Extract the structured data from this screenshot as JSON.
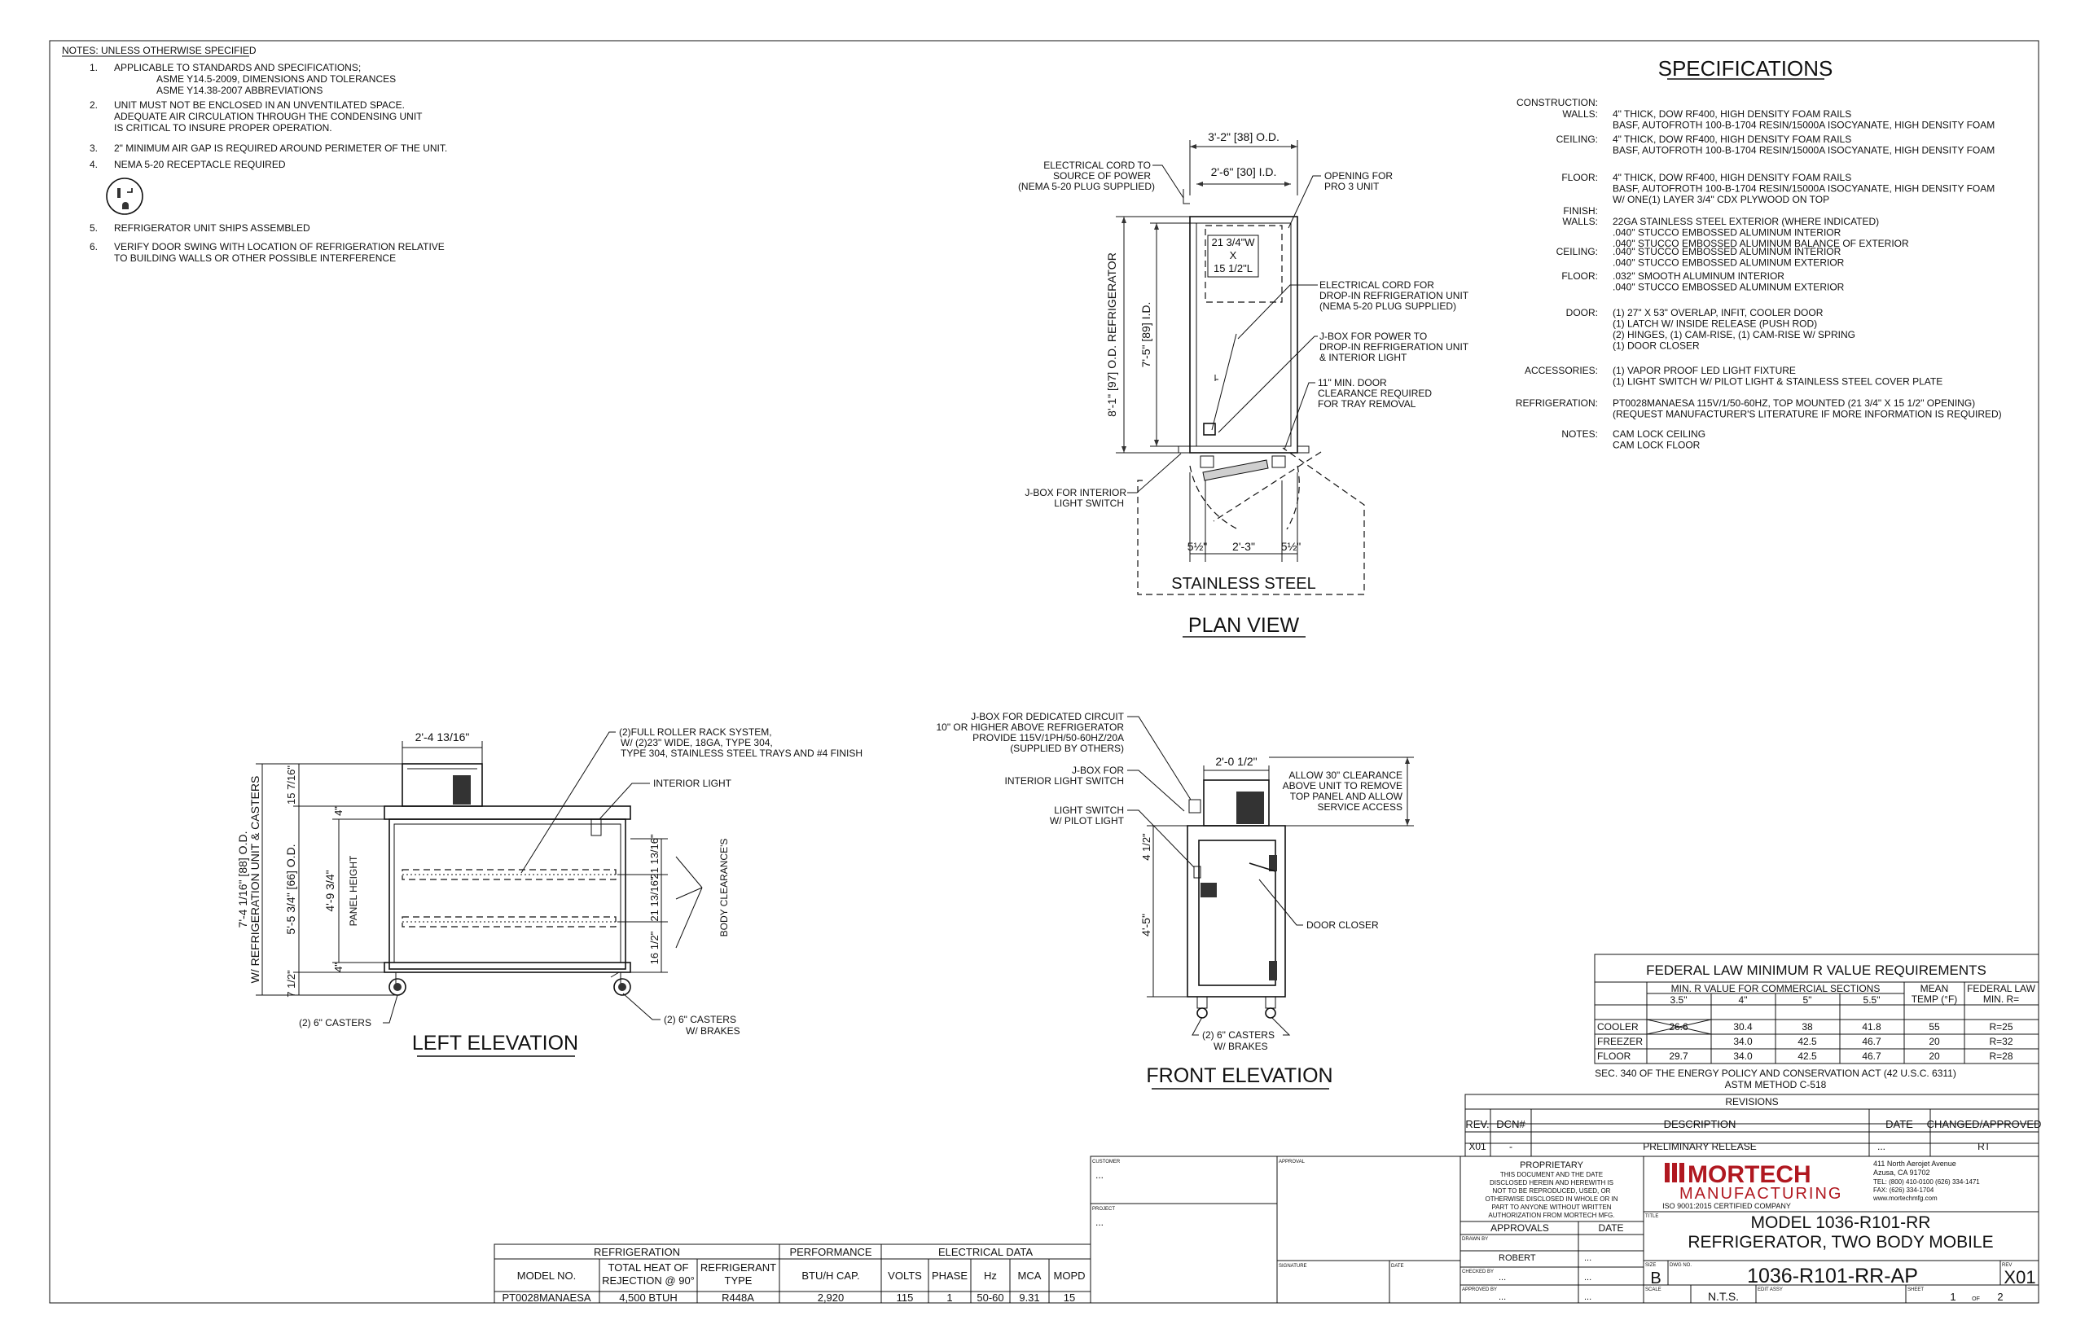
{
  "notes": {
    "header": "NOTES: UNLESS OTHERWISE SPECIFIED",
    "items": [
      {
        "num": "1.",
        "lines": [
          "APPLICABLE TO STANDARDS AND SPECIFICATIONS;",
          "ASME Y14.5-2009, DIMENSIONS AND TOLERANCES",
          "ASME Y14.38-2007 ABBREVIATIONS"
        ]
      },
      {
        "num": "2.",
        "lines": [
          "UNIT MUST NOT BE ENCLOSED IN AN UNVENTILATED SPACE.",
          "ADEQUATE AIR CIRCULATION THROUGH THE CONDENSING UNIT",
          "IS CRITICAL TO INSURE PROPER OPERATION."
        ]
      },
      {
        "num": "3.",
        "lines": [
          "2\" MINIMUM AIR GAP IS REQUIRED AROUND PERIMETER OF THE UNIT."
        ]
      },
      {
        "num": "4.",
        "lines": [
          "NEMA 5-20 RECEPTACLE REQUIRED"
        ]
      },
      {
        "num": "5.",
        "lines": [
          "REFRIGERATOR UNIT SHIPS ASSEMBLED"
        ]
      },
      {
        "num": "6.",
        "lines": [
          "VERIFY DOOR SWING WITH LOCATION OF REFRIGERATION RELATIVE",
          "TO BUILDING WALLS OR OTHER POSSIBLE INTERFERENCE"
        ]
      }
    ]
  },
  "specifications": {
    "title": "SPECIFICATIONS",
    "construction_label": "CONSTRUCTION:",
    "rows": [
      {
        "key": "WALLS:",
        "lines": [
          "4\" THICK, DOW RF400, HIGH DENSITY FOAM RAILS",
          "BASF, AUTOFROTH 100-B-1704 RESIN/15000A ISOCYANATE, HIGH DENSITY FOAM"
        ]
      },
      {
        "key": "CEILING:",
        "lines": [
          "4\" THICK, DOW RF400, HIGH DENSITY FOAM RAILS",
          "BASF, AUTOFROTH 100-B-1704 RESIN/15000A ISOCYANATE, HIGH DENSITY FOAM"
        ]
      },
      {
        "key": "FLOOR:",
        "lines": [
          "4\" THICK, DOW RF400, HIGH DENSITY FOAM RAILS",
          "BASF, AUTOFROTH 100-B-1704 RESIN/15000A ISOCYANATE, HIGH DENSITY FOAM",
          "W/ ONE(1) LAYER 3/4\" CDX PLYWOOD ON TOP"
        ]
      },
      {
        "key": "FINISH:",
        "lines": []
      },
      {
        "key": "WALLS:",
        "lines": [
          "22GA STAINLESS STEEL EXTERIOR (WHERE INDICATED)",
          ".040\" STUCCO EMBOSSED ALUMINUM INTERIOR",
          ".040\" STUCCO EMBOSSED ALUMINUM BALANCE OF EXTERIOR"
        ]
      },
      {
        "key": "CEILING:",
        "lines": [
          ".040\" STUCCO EMBOSSED ALUMINUM INTERIOR",
          ".040\" STUCCO EMBOSSED ALUMINUM EXTERIOR"
        ]
      },
      {
        "key": "FLOOR:",
        "lines": [
          ".032\" SMOOTH ALUMINUM INTERIOR",
          ".040\" STUCCO EMBOSSED ALUMINUM EXTERIOR"
        ]
      },
      {
        "key": "DOOR:",
        "lines": [
          "(1) 27\" X 53\" OVERLAP, INFIT,  COOLER DOOR",
          "(1) LATCH W/ INSIDE RELEASE (PUSH ROD)",
          "(2) HINGES,  (1) CAM-RISE, (1) CAM-RISE W/ SPRING",
          "(1) DOOR CLOSER"
        ]
      },
      {
        "key": "ACCESSORIES:",
        "lines": [
          "(1) VAPOR PROOF LED LIGHT FIXTURE",
          "(1) LIGHT SWITCH W/ PILOT LIGHT & STAINLESS STEEL COVER PLATE"
        ]
      },
      {
        "key": "REFRIGERATION:",
        "lines": [
          "PT0028MANAESA  115V/1/50-60HZ,  TOP MOUNTED (21 3/4\" X 15 1/2\" OPENING)",
          "(REQUEST MANUFACTURER'S LITERATURE IF MORE INFORMATION IS REQUIRED)"
        ]
      },
      {
        "key": "NOTES:",
        "lines": [
          "CAM LOCK CEILING",
          "CAM LOCK FLOOR"
        ]
      }
    ]
  },
  "plan_view": {
    "title": "PLAN VIEW",
    "material": "STAINLESS STEEL",
    "dim_od": "3'-2\" [38] O.D.",
    "dim_id": "2'-6\" [30] I.D.",
    "dim_height_od": "8'-1\" [97]  O.D. REFRIGERATOR",
    "dim_height_id": "7'-5\" [89]  I.D.",
    "opening": [
      "21 3/4\"W",
      "X",
      "15 1/2\"L"
    ],
    "dim_left": "5½\"",
    "dim_mid": "2'-3\"",
    "dim_right": "5½\"",
    "callout_power": [
      "ELECTRICAL CORD TO",
      "SOURCE OF POWER",
      "(NEMA 5-20 PLUG SUPPLIED)"
    ],
    "callout_opening": [
      "OPENING FOR",
      "PRO 3 UNIT"
    ],
    "callout_cord": [
      "ELECTRICAL CORD FOR",
      "DROP-IN REFRIGERATION UNIT",
      "(NEMA 5-20 PLUG SUPPLIED)"
    ],
    "callout_jbox": [
      "J-BOX FOR POWER TO",
      "DROP-IN REFRIGERATION UNIT",
      "& INTERIOR LIGHT"
    ],
    "callout_clearance": [
      "11\" MIN. DOOR",
      "CLEARANCE REQUIRED",
      "FOR TRAY REMOVAL"
    ],
    "callout_switch": [
      "J-BOX FOR INTERIOR",
      "LIGHT  SWITCH"
    ]
  },
  "left_elevation": {
    "title": "LEFT ELEVATION",
    "dim_top": "2'-4 13/16\"",
    "dim_overall": [
      "7'-4 1/16\" [88] O.D.",
      "W/ REFRIGERATION UNIT & CASTERS"
    ],
    "dim_od": "5'-5 3/4\" [66] O.D.",
    "dim_panel": "4'-9 3/4\"",
    "panel_label": "PANEL HEIGHT",
    "dim_unit": "15 7/16\"",
    "dim_4a": "4\"",
    "dim_4b": "4\"",
    "dim_caster": "7 1/2\"",
    "dim_r1": "21 13/16\"",
    "dim_r2": "21 13/16\"",
    "dim_r3": "16 1/2\"",
    "body_clearance": "BODY CLEARANCE'S",
    "callout_rack": [
      "(2)FULL ROLLER RACK SYSTEM,",
      "W/ (2)23\" WIDE, 18GA, TYPE 304,",
      "TYPE 304, STAINLESS STEEL TRAYS AND #4 FINISH"
    ],
    "callout_light": "INTERIOR LIGHT",
    "callout_casters": "(2) 6\" CASTERS",
    "callout_brakes": [
      "(2) 6\" CASTERS",
      "W/ BRAKES"
    ]
  },
  "front_elevation": {
    "title": "FRONT ELEVATION",
    "dim_top": "2'-0 1/2\"",
    "dim_side": "4 1/2\"",
    "dim_height": "4'-5\"",
    "callout_jbox": [
      "J-BOX FOR DEDICATED CIRCUIT",
      "10\" OR HIGHER ABOVE REFRIGERATOR",
      "PROVIDE 115V/1PH/50-60HZ/20A",
      "(SUPPLIED BY OTHERS)"
    ],
    "callout_switchbox": [
      "J-BOX FOR",
      "INTERIOR LIGHT SWITCH"
    ],
    "callout_pilot": [
      "LIGHT SWITCH",
      "W/ PILOT LIGHT"
    ],
    "callout_clearance": [
      "ALLOW 30\" CLEARANCE",
      "ABOVE UNIT TO REMOVE",
      "TOP PANEL AND ALLOW",
      "SERVICE ACCESS"
    ],
    "callout_closer": "DOOR CLOSER",
    "callout_brakes": [
      "(2) 6\" CASTERS",
      "W/ BRAKES"
    ]
  },
  "rvalue": {
    "title": "FEDERAL LAW MINIMUM R VALUE REQUIREMENTS",
    "group": "MIN. R VALUE FOR COMMERCIAL SECTIONS",
    "mean": [
      "MEAN",
      "TEMP (°F)"
    ],
    "federal": [
      "FEDERAL LAW",
      "MIN. R="
    ],
    "cols": [
      "3.5\"",
      "4\"",
      "5\"",
      "5.5\""
    ],
    "rows": [
      {
        "name": "COOLER",
        "vals": [
          "26.6",
          "30.4",
          "38",
          "41.8"
        ],
        "temp": "55",
        "law": "R=25"
      },
      {
        "name": "FREEZER",
        "vals": [
          "",
          "34.0",
          "42.5",
          "46.7"
        ],
        "temp": "20",
        "law": "R=32"
      },
      {
        "name": "FLOOR",
        "vals": [
          "29.7",
          "34.0",
          "42.5",
          "46.7"
        ],
        "temp": "20",
        "law": "R=28"
      }
    ],
    "footnote": [
      "SEC. 340 OF THE ENERGY POLICY AND CONSERVATION ACT (42 U.S.C. 6311)",
      "ASTM METHOD C-518"
    ]
  },
  "revisions": {
    "title": "REVISIONS",
    "headers": [
      "REV.",
      "DCN#",
      "DESCRIPTION",
      "DATE",
      "CHANGED/APPROVED"
    ],
    "row": [
      "X01",
      "-",
      "PRELIMINARY RELEASE",
      "...",
      "RT"
    ]
  },
  "title_block": {
    "customer_label": "CUSTOMER",
    "customer_value": "...",
    "project_label": "PROJECT",
    "project_value": "...",
    "approval_label": "APPROVAL",
    "signature_label": "SIGNATURE",
    "date_label": "DATE",
    "proprietary": [
      "PROPRIETARY",
      "THIS DOCUMENT AND THE DATE",
      "DISCLOSED HEREIN AND HEREWITH IS",
      "NOT TO BE REPRODUCED, USED, OR",
      "OTHERWISE DISCLOSED IN WHOLE OR IN",
      "PART TO ANYONE WITHOUT WRITTEN",
      "AUTHORIZATION FROM MORTECH MFG."
    ],
    "approvals": "APPROVALS",
    "approvals_date": "DATE",
    "drawn_by_label": "DRAWN BY",
    "drawn_by": "ROBERT",
    "drawn_date": "...",
    "checked_label": "CHECKED BY",
    "checked_value": "...",
    "checked_date": "...",
    "approved_label": "APPROVED BY",
    "approved_value": "...",
    "approved_date": "...",
    "logo_main": "MORTECH",
    "logo_sub": "MANUFACTURING",
    "logo_iso": "ISO 9001:2015 CERTIFIED COMPANY",
    "address": [
      "411 North Aerojet Avenue",
      "Azusa, CA 91702",
      "TEL: (800) 410-0100 (626) 334-1471",
      "FAX: (626) 334-1704",
      "www.mortechmfg.com"
    ],
    "title_label": "TITLE",
    "model_line1": "MODEL 1036-R101-RR",
    "model_line2": "REFRIGERATOR, TWO BODY MOBILE",
    "size_label": "SIZE",
    "size": "B",
    "dwg_label": "DWG NO.",
    "dwg": "1036-R101-RR-AP",
    "rev_label": "REV",
    "rev": "X01",
    "scale_label": "SCALE",
    "scale": "N.T.S.",
    "edit_label": "EDIT ASSY",
    "sheet_label": "SHEET",
    "sheet": "1",
    "of": "OF",
    "sheet_total": "2"
  },
  "refrig_table": {
    "group_refrig": "REFRIGERATION",
    "group_perf": "PERFORMANCE",
    "group_elec": "ELECTRICAL DATA",
    "headers": [
      "MODEL NO.",
      "TOTAL HEAT OF REJECTION @ 90°",
      "REFRIGERANT TYPE",
      "BTU/H CAP.",
      "VOLTS",
      "PHASE",
      "Hz",
      "MCA",
      "MOPD"
    ],
    "row": [
      "PT0028MANAESA",
      "4,500 BTUH",
      "R448A",
      "2,920",
      "115",
      "1",
      "50-60",
      "9.31",
      "15"
    ]
  },
  "colors": {
    "line": "#111111",
    "logo_red": "#b01820"
  },
  "icons": [
    "nema-5-20-receptacle-icon",
    "condensing-unit-icon",
    "caster-icon"
  ]
}
